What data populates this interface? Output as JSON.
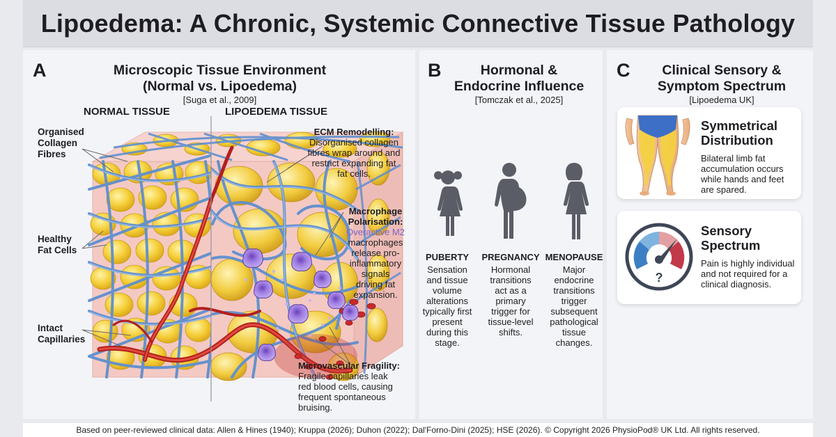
{
  "title": "Lipoedema: A Chronic, Systemic Connective Tissue Pathology",
  "panel_a": {
    "letter": "A",
    "title_line1": "Microscopic Tissue Environment",
    "title_line2": "(Normal vs. Lipoedema)",
    "citation": "[Suga et al., 2009]",
    "normal_heading": "NORMAL TISSUE",
    "lipoedema_heading": "LIPOEDEMA TISSUE",
    "labels": {
      "collagen": [
        "Organised",
        "Collagen",
        "Fibres"
      ],
      "fat": [
        "Healthy",
        "Fat Cells"
      ],
      "capillaries": [
        "Intact",
        "Capillaries"
      ]
    },
    "ecm": {
      "title": "ECM Remodelling:",
      "lines": [
        "Disorganised collagen",
        "fibres wrap around and",
        "restrict expanding fat",
        "fat cells."
      ]
    },
    "macrophage": {
      "title_lines": [
        "Macrophage",
        "Polarisation:"
      ],
      "highlight": "Overactive M2",
      "lines": [
        "macrophages",
        "release pro-",
        "inflammatory",
        "signals",
        "driving fat",
        "expansion."
      ]
    },
    "microvascular": {
      "title": "Microvascular Fragility:",
      "lines": [
        "Fragile capillaries leak",
        "red blood cells, causing",
        "frequent spontaneous",
        "bruising."
      ]
    }
  },
  "panel_b": {
    "letter": "B",
    "title_line1": "Hormonal &",
    "title_line2": "Endocrine Influence",
    "citation": "[Tomczak et al., 2025]",
    "stages": [
      {
        "title": "PUBERTY",
        "lines": [
          "Sensation",
          "and tissue",
          "volume",
          "alterations",
          "typically first",
          "present",
          "during this",
          "stage."
        ],
        "icon": "girl-icon"
      },
      {
        "title": "PREGNANCY",
        "lines": [
          "Hormonal",
          "transitions",
          "act as a",
          "primary",
          "trigger for",
          "tissue-level",
          "shifts."
        ],
        "icon": "pregnant-woman-icon"
      },
      {
        "title": "MENOPAUSE",
        "lines": [
          "Major",
          "endocrine",
          "transitions",
          "trigger",
          "subsequent",
          "pathological",
          "tissue",
          "changes."
        ],
        "icon": "woman-icon"
      }
    ]
  },
  "panel_c": {
    "letter": "C",
    "title_line1": "Clinical Sensory &",
    "title_line2": "Symptom Spectrum",
    "citation": "[Lipoedema UK]",
    "cards": [
      {
        "title_lines": [
          "Symmetrical",
          "Distribution"
        ],
        "lines": [
          "Bilateral limb fat",
          "accumulation occurs",
          "while hands and feet",
          "are spared."
        ],
        "icon": "legs-icon"
      },
      {
        "title_lines": [
          "Sensory",
          "Spectrum"
        ],
        "lines": [
          "Pain is highly individual",
          "and not required for a",
          "clinical diagnosis."
        ],
        "icon": "pain-gauge-icon"
      }
    ]
  },
  "footer": "Based on peer-reviewed clinical data: Allen & Hines (1940); Kruppa (2026); Duhon (2022); Dal'Forno-Dini (2025); HSE (2026). © Copyright 2026 PhysioPod® UK Ltd. All rights reserved.",
  "colors": {
    "fat": "#f5cf3a",
    "collagen": "#5f8fcf",
    "vessel": "#c92a2a",
    "macrophage": "#8f6cd4",
    "figure": "#5a5d66"
  }
}
